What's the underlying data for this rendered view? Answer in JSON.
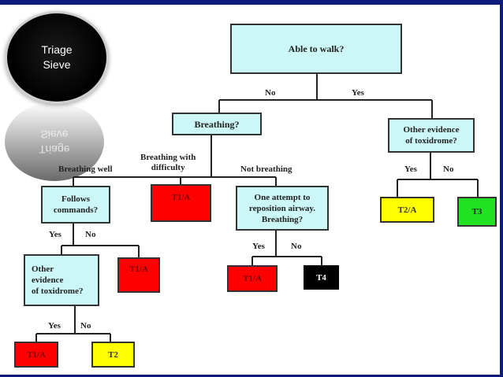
{
  "badge": {
    "text": "Triage\nSieve",
    "reflection": "Triage\nSieve"
  },
  "colors": {
    "frame": "#0e1b7a",
    "question": "#ccf7f7",
    "red": "#ff0000",
    "yellow": "#ffff00",
    "green": "#22e022",
    "black": "#000000"
  },
  "nodes": {
    "walk": "Able to walk?",
    "breathing": "Breathing?",
    "toxidrome_top": "Other evidence\nof toxidrome?",
    "follows": "Follows\ncommands?",
    "t1a_difficulty": "T1/A",
    "reposition": "One attempt to\nreposition airway.\nBreathing?",
    "t2a": "T2/A",
    "t3": "T3",
    "toxidrome_left": "Other\nevidence\nof toxidrome?",
    "t1a_follows_no": "T1/A",
    "t1a_reposition_yes": "T1/A",
    "t4": "T4",
    "t1a_tox_yes": "T1/A",
    "t2": "T2"
  },
  "labels": {
    "walk_no": "No",
    "walk_yes": "Yes",
    "breathing_well": "Breathing well",
    "breathing_difficulty": "Breathing with\ndifficulty",
    "not_breathing": "Not breathing",
    "tox_top_yes": "Yes",
    "tox_top_no": "No",
    "follows_yes": "Yes",
    "follows_no": "No",
    "reposition_yes": "Yes",
    "reposition_no": "No",
    "tox_left_yes": "Yes",
    "tox_left_no": "No"
  }
}
